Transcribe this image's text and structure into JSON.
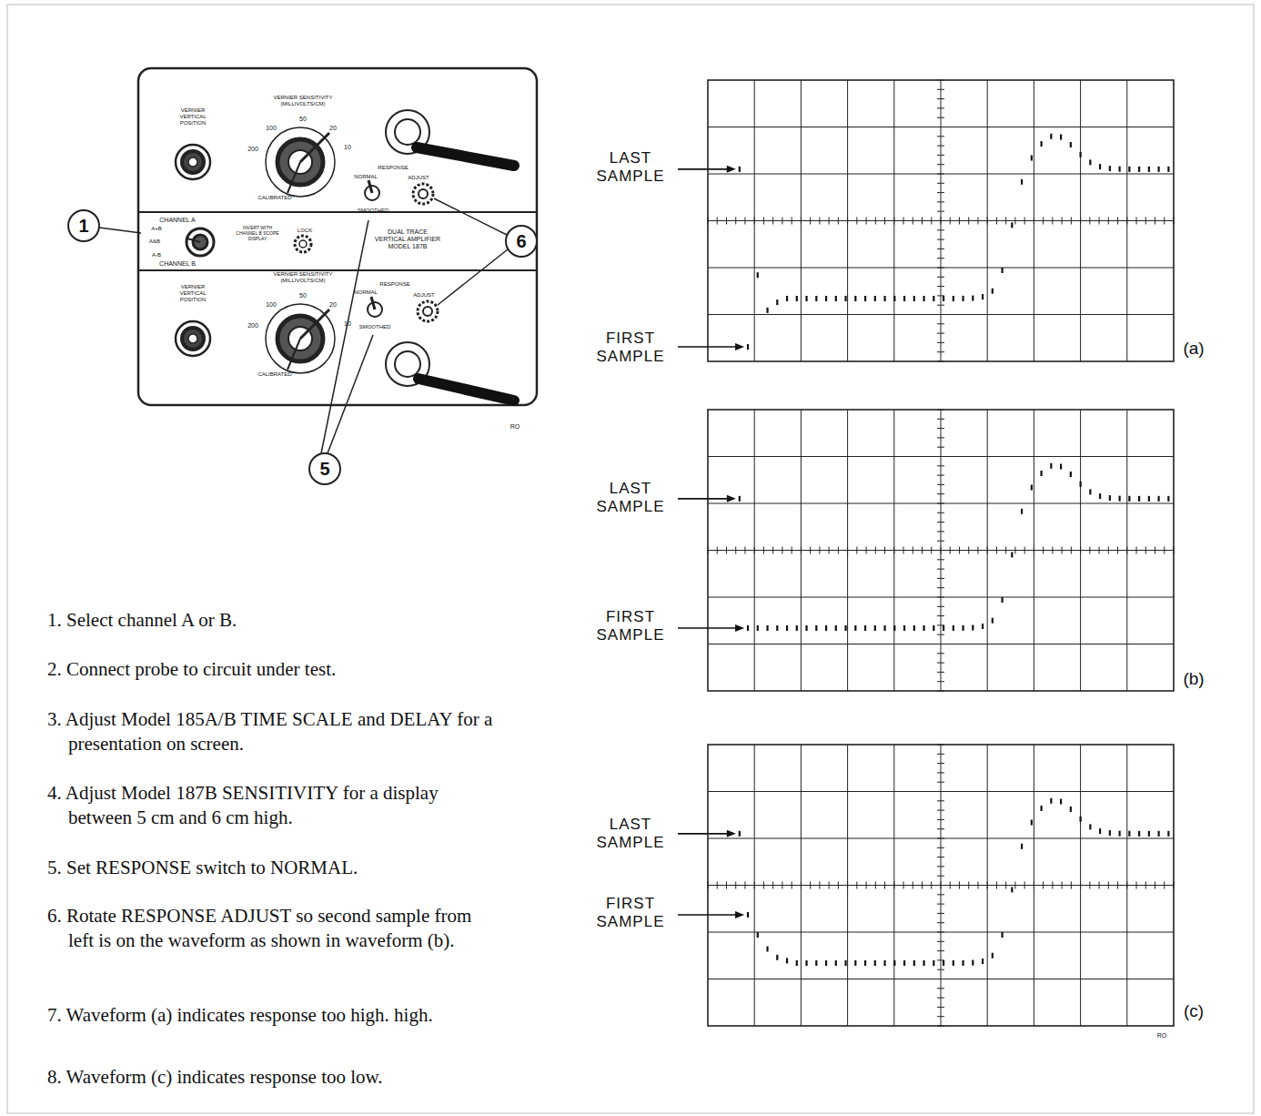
{
  "diagram": {
    "labels": [
      "VERNIER VERTICAL POSITION",
      "VERNIER SENSITIVITY (MILLIVOLTS/CM)",
      "200",
      "100",
      "50",
      "20",
      "10",
      "CALIBRATED",
      "RESPONSE",
      "NORMAL",
      "ADJUST",
      "SMOOTHED",
      "CHANNEL A",
      "A+B",
      "A&B",
      "A-B",
      "CHANNEL B",
      "INVERT WITH CHANNEL B SCOPE DISPLAY",
      "LOCK",
      "DUAL TRACE VERTICAL AMPLIFIER MODEL 187B",
      "VERNIER VERTICAL POSITION",
      "VERNIER SENSITIVITY (MILLIVOLTS/CM)",
      "200",
      "100",
      "50",
      "20",
      "10",
      "CALIBRATED",
      "RESPONSE",
      "NORMAL",
      "ADJUST",
      "SMOOTHED",
      "1",
      "6",
      "5",
      "RO",
      "1. Select channel A or B.",
      "2. Connect probe to circuit under test.",
      "3. Adjust Model 185A/B TIME SCALE and DELAY for a presentation on screen.",
      "4. Adjust Model 187B SENSITIVITY for a display between 5 cm and 6 cm high.",
      "5. Set RESPONSE switch to NORMAL.",
      "6. Rotate RESPONSE ADJUST so second sample from left is on the waveform as shown in waveform (b).",
      "7. Waveform (a) indicates response too high. high.",
      "8. Waveform (c) indicates response too low.",
      "LAST SAMPLE",
      "FIRST SAMPLE",
      "(a)",
      "LAST SAMPLE",
      "FIRST SAMPLE",
      "(b)",
      "LAST SAMPLE",
      "FIRST SAMPLE",
      "(c)",
      "RO"
    ]
  }
}
